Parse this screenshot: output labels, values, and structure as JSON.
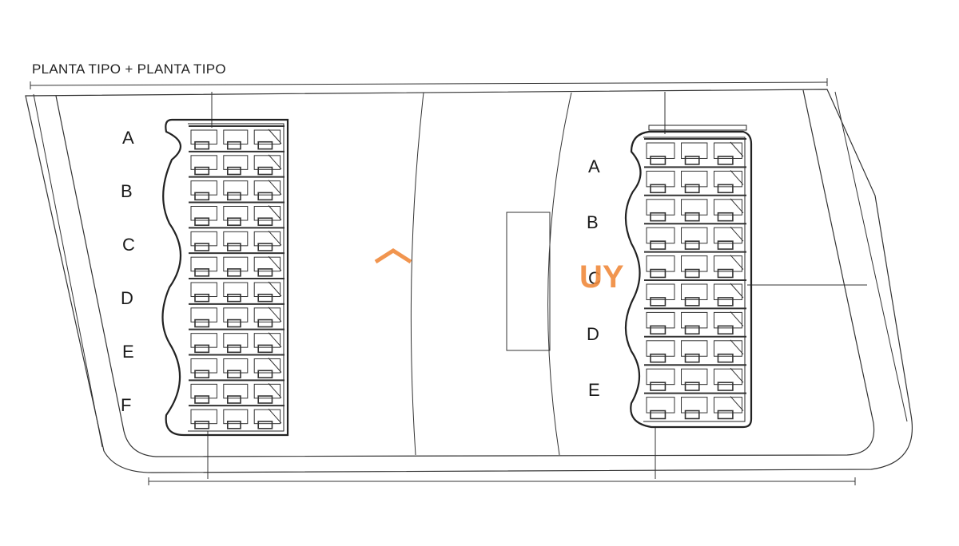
{
  "title": "PLANTA TIPO + PLANTA TIPO",
  "left_block": {
    "units": [
      "A",
      "B",
      "C",
      "D",
      "E",
      "F"
    ]
  },
  "right_block": {
    "units": [
      "A",
      "B",
      "C",
      "D",
      "E"
    ]
  },
  "watermark": {
    "text": "UY",
    "color": "#f08a3c"
  }
}
